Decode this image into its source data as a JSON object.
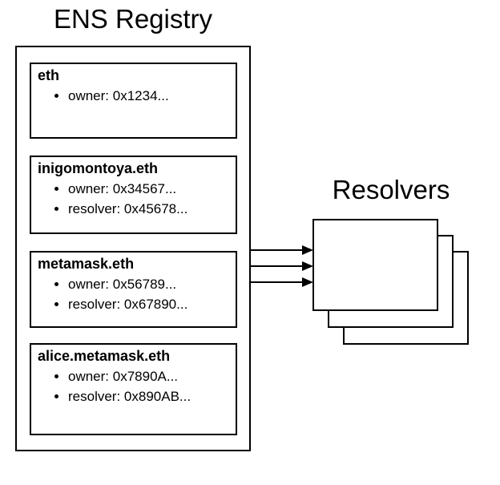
{
  "registry": {
    "title": "ENS Registry",
    "records": [
      {
        "name": "eth",
        "properties": [
          "owner: 0x1234..."
        ]
      },
      {
        "name": "inigomontoya.eth",
        "properties": [
          "owner: 0x34567...",
          "resolver: 0x45678..."
        ]
      },
      {
        "name": "metamask.eth",
        "properties": [
          "owner: 0x56789...",
          "resolver: 0x67890..."
        ]
      },
      {
        "name": "alice.metamask.eth",
        "properties": [
          "owner: 0x7890A...",
          "resolver: 0x890AB..."
        ]
      }
    ]
  },
  "resolvers": {
    "title": "Resolvers",
    "stack_count": 3
  },
  "arrows": {
    "count": 3
  },
  "colors": {
    "stroke": "#000000",
    "text": "#000000",
    "background": "#ffffff"
  }
}
